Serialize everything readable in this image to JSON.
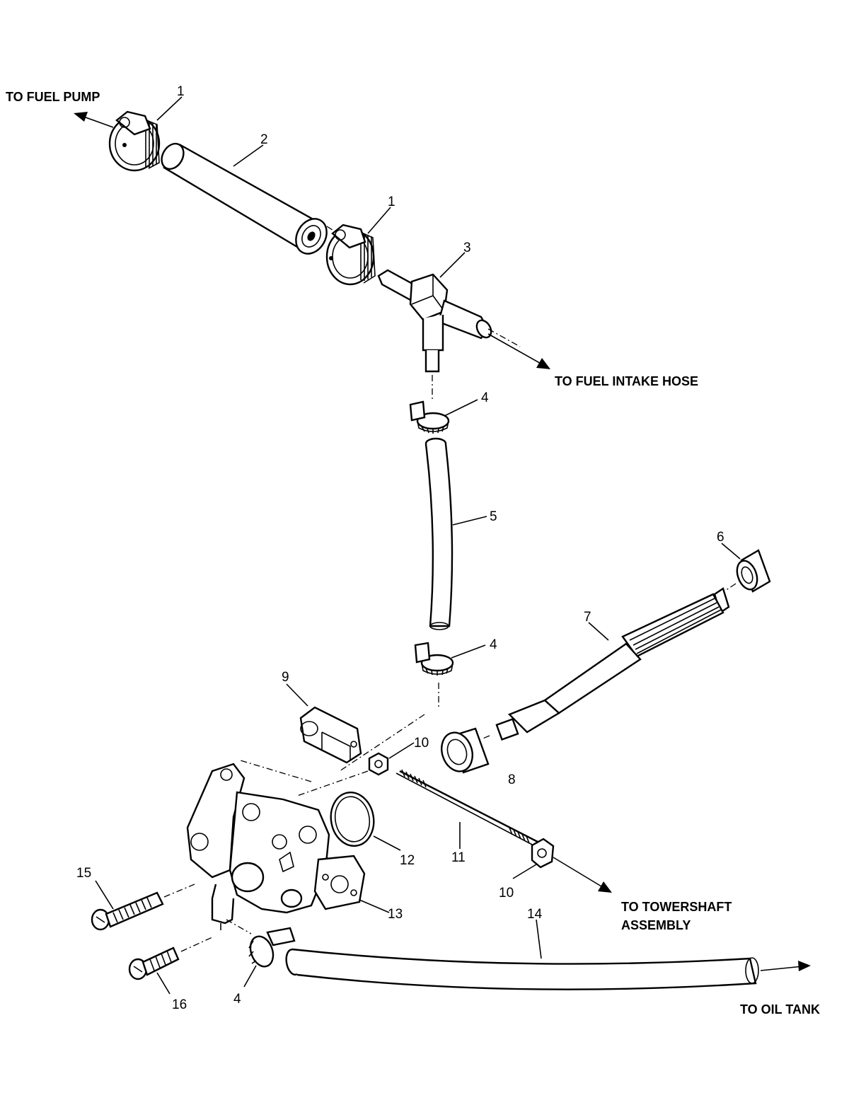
{
  "destinations": {
    "fuel_pump": "TO FUEL PUMP",
    "fuel_intake_hose": "TO FUEL INTAKE HOSE",
    "towershaft_line1": "TO TOWERSHAFT",
    "towershaft_line2": "ASSEMBLY",
    "oil_tank": "TO OIL TANK"
  },
  "callouts": {
    "clamp_top": "1",
    "hose_large": "2",
    "clamp_mid": "1",
    "tee_fitting": "3",
    "clip_upper": "4",
    "hose_small": "5",
    "clip_middle": "4",
    "bushing_6": "6",
    "shaft_7": "7",
    "sleeve_8": "8",
    "link_9": "9",
    "nut_upper": "10",
    "rod_11": "11",
    "oring_12": "12",
    "pump_13": "13",
    "hose_oil": "14",
    "screw_15": "15",
    "screw_16": "16",
    "nut_lower": "10",
    "clip_lower": "4"
  }
}
